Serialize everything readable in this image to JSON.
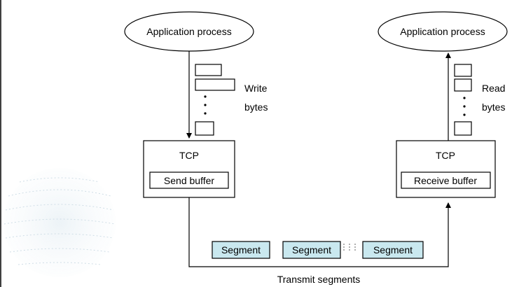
{
  "left_process": {
    "label": "Application process"
  },
  "right_process": {
    "label": "Application process"
  },
  "left_side": {
    "action_line1": "Write",
    "action_line2": "bytes"
  },
  "right_side": {
    "action_line1": "Read",
    "action_line2": "bytes"
  },
  "left_tcp": {
    "title": "TCP",
    "buffer_label": "Send buffer"
  },
  "right_tcp": {
    "title": "TCP",
    "buffer_label": "Receive buffer"
  },
  "segments": [
    "Segment",
    "Segment",
    "Segment"
  ],
  "caption": "Transmit segments",
  "colors": {
    "segment_fill": "#c9e8ef",
    "line": "#000000"
  }
}
